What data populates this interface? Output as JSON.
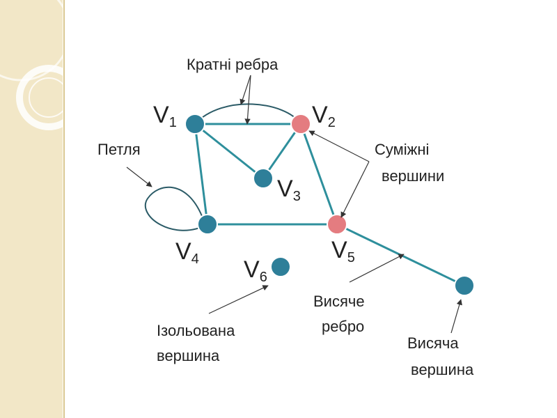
{
  "theme": {
    "sidebar_color": "#f2e7c7",
    "sidebar_ring_color": "#ffffff",
    "border_color": "#d9c78f",
    "edge_color": "#2e8f9c",
    "node_blue": "#2e7f99",
    "node_pink": "#e47c80"
  },
  "vertices": [
    {
      "id": "v1",
      "letter": "V",
      "sub": "1",
      "color": "node_blue"
    },
    {
      "id": "v2",
      "letter": "V",
      "sub": "2",
      "color": "node_pink"
    },
    {
      "id": "v3",
      "letter": "V",
      "sub": "3",
      "color": "node_blue"
    },
    {
      "id": "v4",
      "letter": "V",
      "sub": "4",
      "color": "node_blue"
    },
    {
      "id": "v5",
      "letter": "V",
      "sub": "5",
      "color": "node_pink"
    },
    {
      "id": "v6",
      "letter": "V",
      "sub": "6",
      "color": "node_blue"
    },
    {
      "id": "pendant",
      "letter": "",
      "sub": "",
      "color": "node_blue"
    }
  ],
  "annotations": {
    "multiple_edges": "Кратні ребра",
    "loop": "Петля",
    "adjacent_line1": "Суміжні",
    "adjacent_line2": "вершини",
    "isolated_line1": "Ізольована",
    "isolated_line2": "вершина",
    "pendant_edge_line1": "Висяче",
    "pendant_edge_line2": "ребро",
    "pendant_vertex_line1": "Висяча",
    "pendant_vertex_line2": "вершина"
  }
}
